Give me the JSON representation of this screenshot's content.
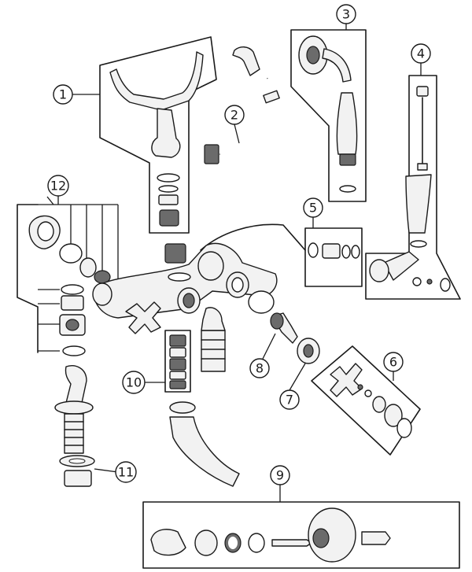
{
  "callouts": [
    {
      "id": "c1",
      "label": "1"
    },
    {
      "id": "c2",
      "label": "2"
    },
    {
      "id": "c3",
      "label": "3"
    },
    {
      "id": "c4",
      "label": "4"
    },
    {
      "id": "c5",
      "label": "5"
    },
    {
      "id": "c6",
      "label": "6"
    },
    {
      "id": "c7",
      "label": "7"
    },
    {
      "id": "c8",
      "label": "8"
    },
    {
      "id": "c9",
      "label": "9"
    },
    {
      "id": "c10",
      "label": "10"
    },
    {
      "id": "c11",
      "label": "11"
    },
    {
      "id": "c12",
      "label": "12"
    }
  ],
  "colors": {
    "ink": "#1a1a1a",
    "fill": "#f2f2f2",
    "shade": "#6b6b6b",
    "background": "#ffffff"
  }
}
